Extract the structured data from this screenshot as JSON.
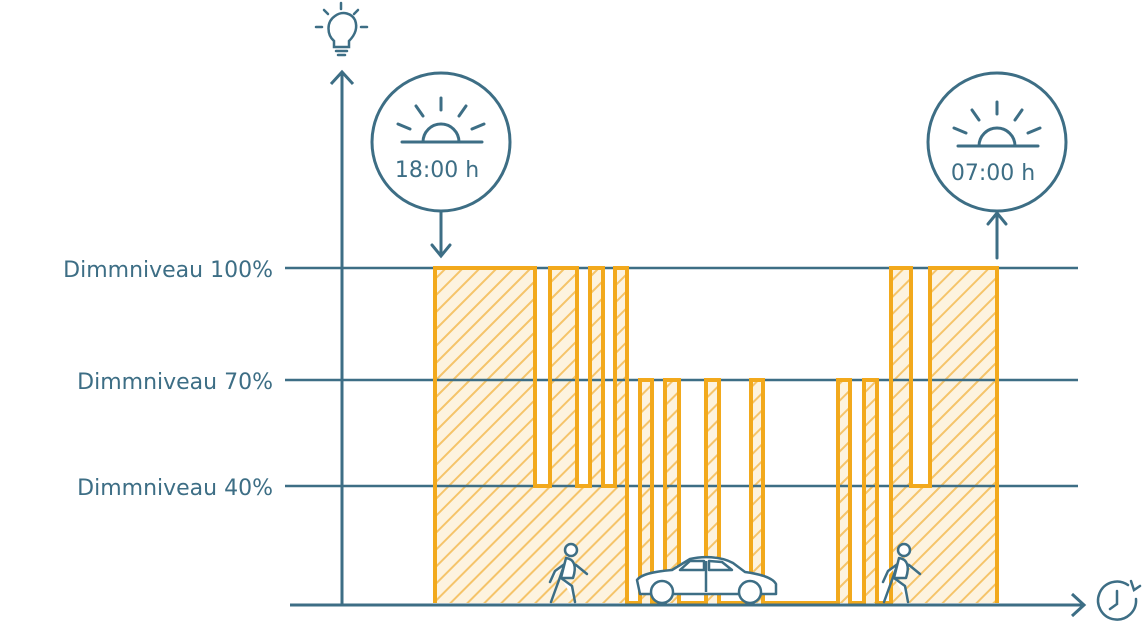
{
  "colors": {
    "axis": "#3d6e85",
    "signal": "#f2a91c",
    "hatch": "#f5c46a"
  },
  "levels": [
    {
      "label": "Dimmniveau 100%",
      "value": 100
    },
    {
      "label": "Dimmniveau 70%",
      "value": 70
    },
    {
      "label": "Dimmniveau 40%",
      "value": 40
    }
  ],
  "sunset": {
    "time": "18:00 h",
    "icon": "sunset-icon"
  },
  "sunrise": {
    "time": "07:00 h",
    "icon": "sunrise-icon"
  },
  "icons": {
    "y_axis": "light-bulb-icon",
    "x_axis": "clock-icon",
    "events": [
      "pedestrian-icon",
      "car-icon",
      "pedestrian-icon"
    ]
  }
}
